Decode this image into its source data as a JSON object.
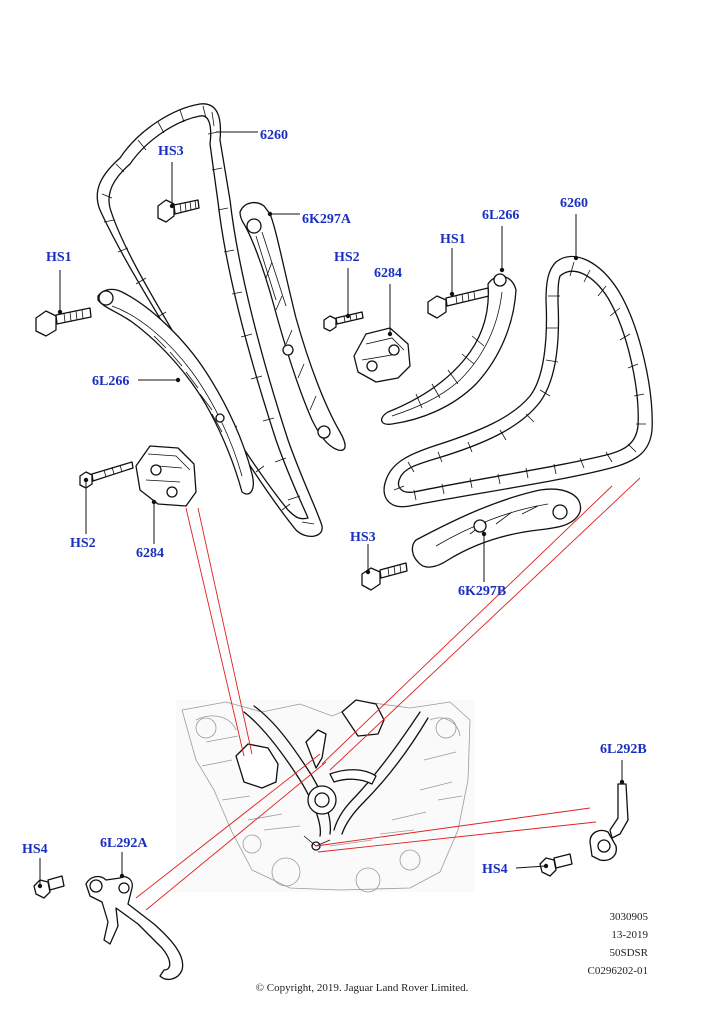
{
  "callouts": {
    "chain_left": "6260",
    "chain_right": "6260",
    "hs3_top": "HS3",
    "guide_a": "6K297A",
    "hs1_left": "HS1",
    "hs2_mid": "HS2",
    "tensioner_mid": "6284",
    "hs1_right": "HS1",
    "arm_right": "6L266",
    "arm_left": "6L266",
    "hs2_left": "HS2",
    "tensioner_left": "6284",
    "hs3_bottom": "HS3",
    "guide_b": "6K297B",
    "tool_b": "6L292B",
    "hs4_right": "HS4",
    "hs4_left": "HS4",
    "tool_a": "6L292A"
  },
  "doc_ref": {
    "line1": "3030905",
    "line2": "13-2019",
    "line3": "50SDSR",
    "line4": "C0296202-01"
  },
  "copyright": "© Copyright, 2019. Jaguar Land Rover Limited.",
  "colors": {
    "callout_text": "#1a2fbf",
    "leader_line": "#111111",
    "projection_line": "#e02020"
  }
}
